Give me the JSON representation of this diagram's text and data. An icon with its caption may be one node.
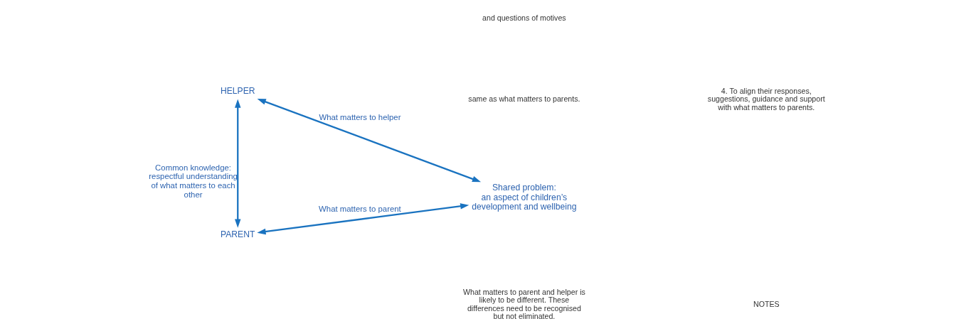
{
  "diagram": {
    "nodes": [
      {
        "text": [
          "HELPER"
        ]
      },
      {
        "text": [
          "PARENT"
        ]
      },
      {
        "text": [
          "Shared problem:",
          "an aspect of children’s development and wellbeing"
        ]
      }
    ],
    "edges": [
      {
        "from": 0,
        "to": 1,
        "arrow": "both",
        "label": "Common knowledge: respectful understanding of what matters to each other"
      },
      {
        "from": 0,
        "to": 2,
        "arrow": "both",
        "label": "What matters to helper"
      },
      {
        "from": 1,
        "to": 2,
        "arrow": "both",
        "label": "What matters to parent"
      }
    ],
    "labels": [
      "and questions of motives",
      "same as what matters to parents.",
      "4. To align their responses, suggestions, guidance and support with what matters to parents.",
      "What matters to parent and helper is likely to be different. These differences need to be recognised but not eliminated.",
      "NOTES"
    ]
  }
}
